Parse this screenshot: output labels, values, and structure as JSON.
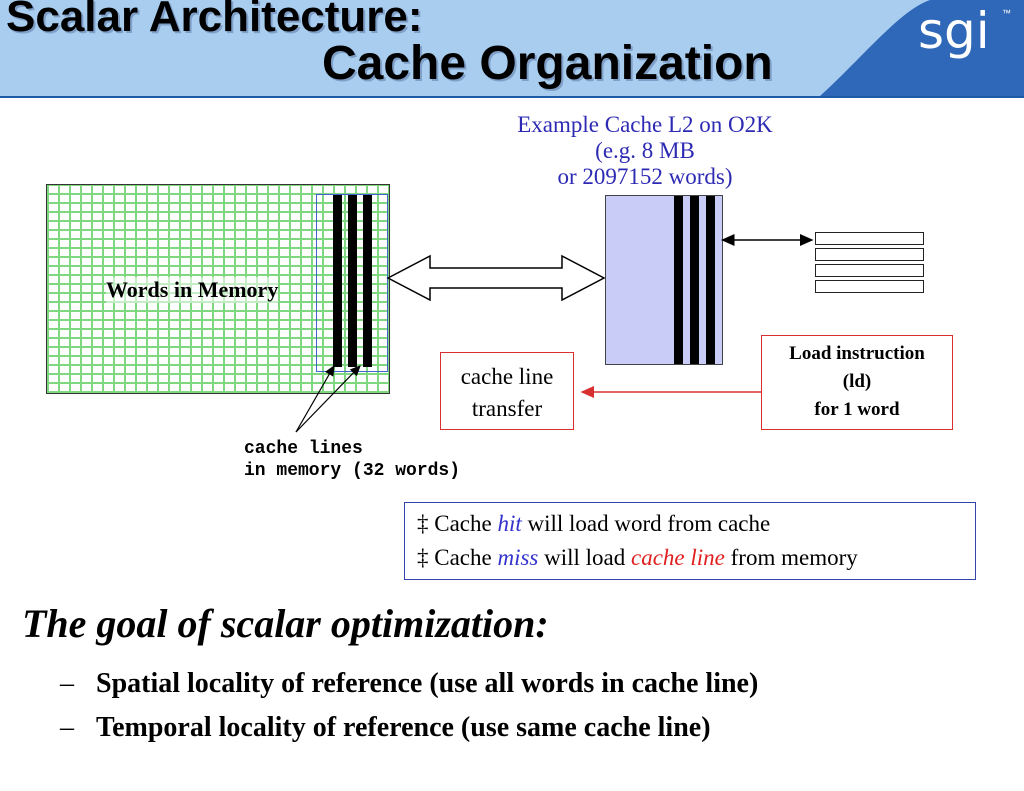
{
  "title": {
    "line1": "Scalar Architecture:",
    "line2": "Cache Organization"
  },
  "logo": {
    "text": "sgi",
    "trademark": "™"
  },
  "example": {
    "line1": "Example Cache  L2 on O2K",
    "line2": "(e.g. 8 MB",
    "line3": "or 2097152 words)"
  },
  "memory_label": "Words in Memory",
  "cache_line_transfer": {
    "line1": "cache line",
    "line2": "transfer"
  },
  "load_instruction": {
    "line1": "Load instruction",
    "line2": "(ld)",
    "line3": "for 1 word"
  },
  "cache_lines_caption": {
    "line1": "cache lines",
    "line2": "in memory (32 words)"
  },
  "hit_miss": {
    "hit": {
      "bullet": "‡",
      "pre": "Cache ",
      "em": "hit",
      "post": " will load word from cache"
    },
    "miss": {
      "bullet": "‡",
      "pre": "Cache ",
      "em": "miss",
      "mid": " will load ",
      "em2": "cache line",
      "post": " from memory"
    }
  },
  "goal": {
    "heading": "The goal of scalar optimization:",
    "bullets": [
      {
        "dash": "–",
        "text": "Spatial locality of reference (use all words in cache line)"
      },
      {
        "dash": "–",
        "text": "Temporal locality of reference (use same cache line)"
      }
    ]
  },
  "colors": {
    "header_bg": "#a9cdee",
    "example_text": "#2d2ab3",
    "cache_fill": "#c8ccf6",
    "memory_grid": "#7fd77f",
    "red": "#d83030",
    "hit_miss_em": "#3333cc",
    "cache_line_em": "#e02020"
  }
}
